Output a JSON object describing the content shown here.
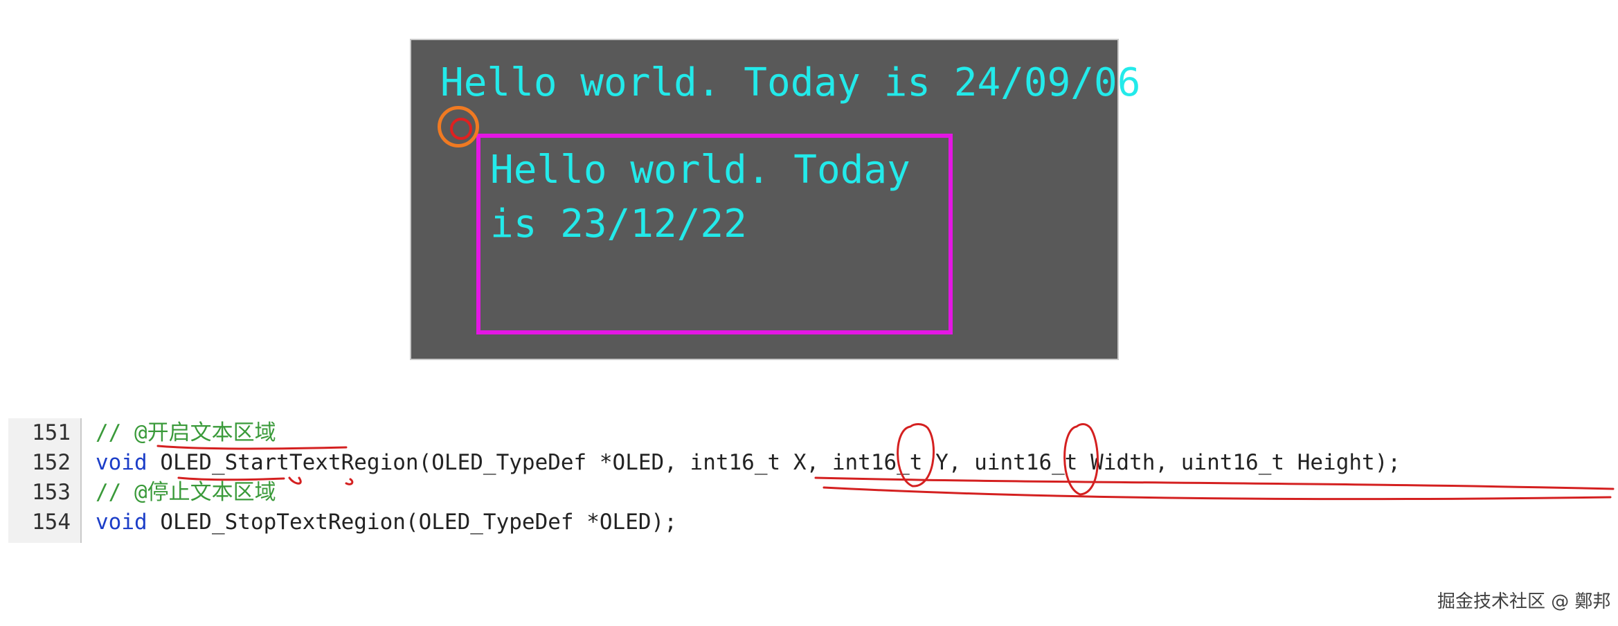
{
  "oled_screen": {
    "line_full": "Hello world. Today is 24/09/06",
    "region_line1": "Hello world. Today",
    "region_line2": "is 23/12/22"
  },
  "code": {
    "lines": [
      {
        "num": "151",
        "comment": "// @开启文本区域"
      },
      {
        "num": "152",
        "kw": "void",
        "rest": " OLED_StartTextRegion(OLED_TypeDef *OLED, int16_t X, int16_t Y, uint16_t Width, uint16_t Height);"
      },
      {
        "num": "153",
        "comment": "// @停止文本区域"
      },
      {
        "num": "154",
        "kw": "void",
        "rest": " OLED_StopTextRegion(OLED_TypeDef *OLED);"
      }
    ]
  },
  "watermark": "掘金技术社区 @ 鄭邦",
  "colors": {
    "oled_bg": "#595959",
    "oled_text": "#23eaea",
    "region_border": "#e416e4",
    "comment": "#3a9a3a",
    "keyword": "#1c3ec8",
    "annotation_ink": "#d42020"
  }
}
